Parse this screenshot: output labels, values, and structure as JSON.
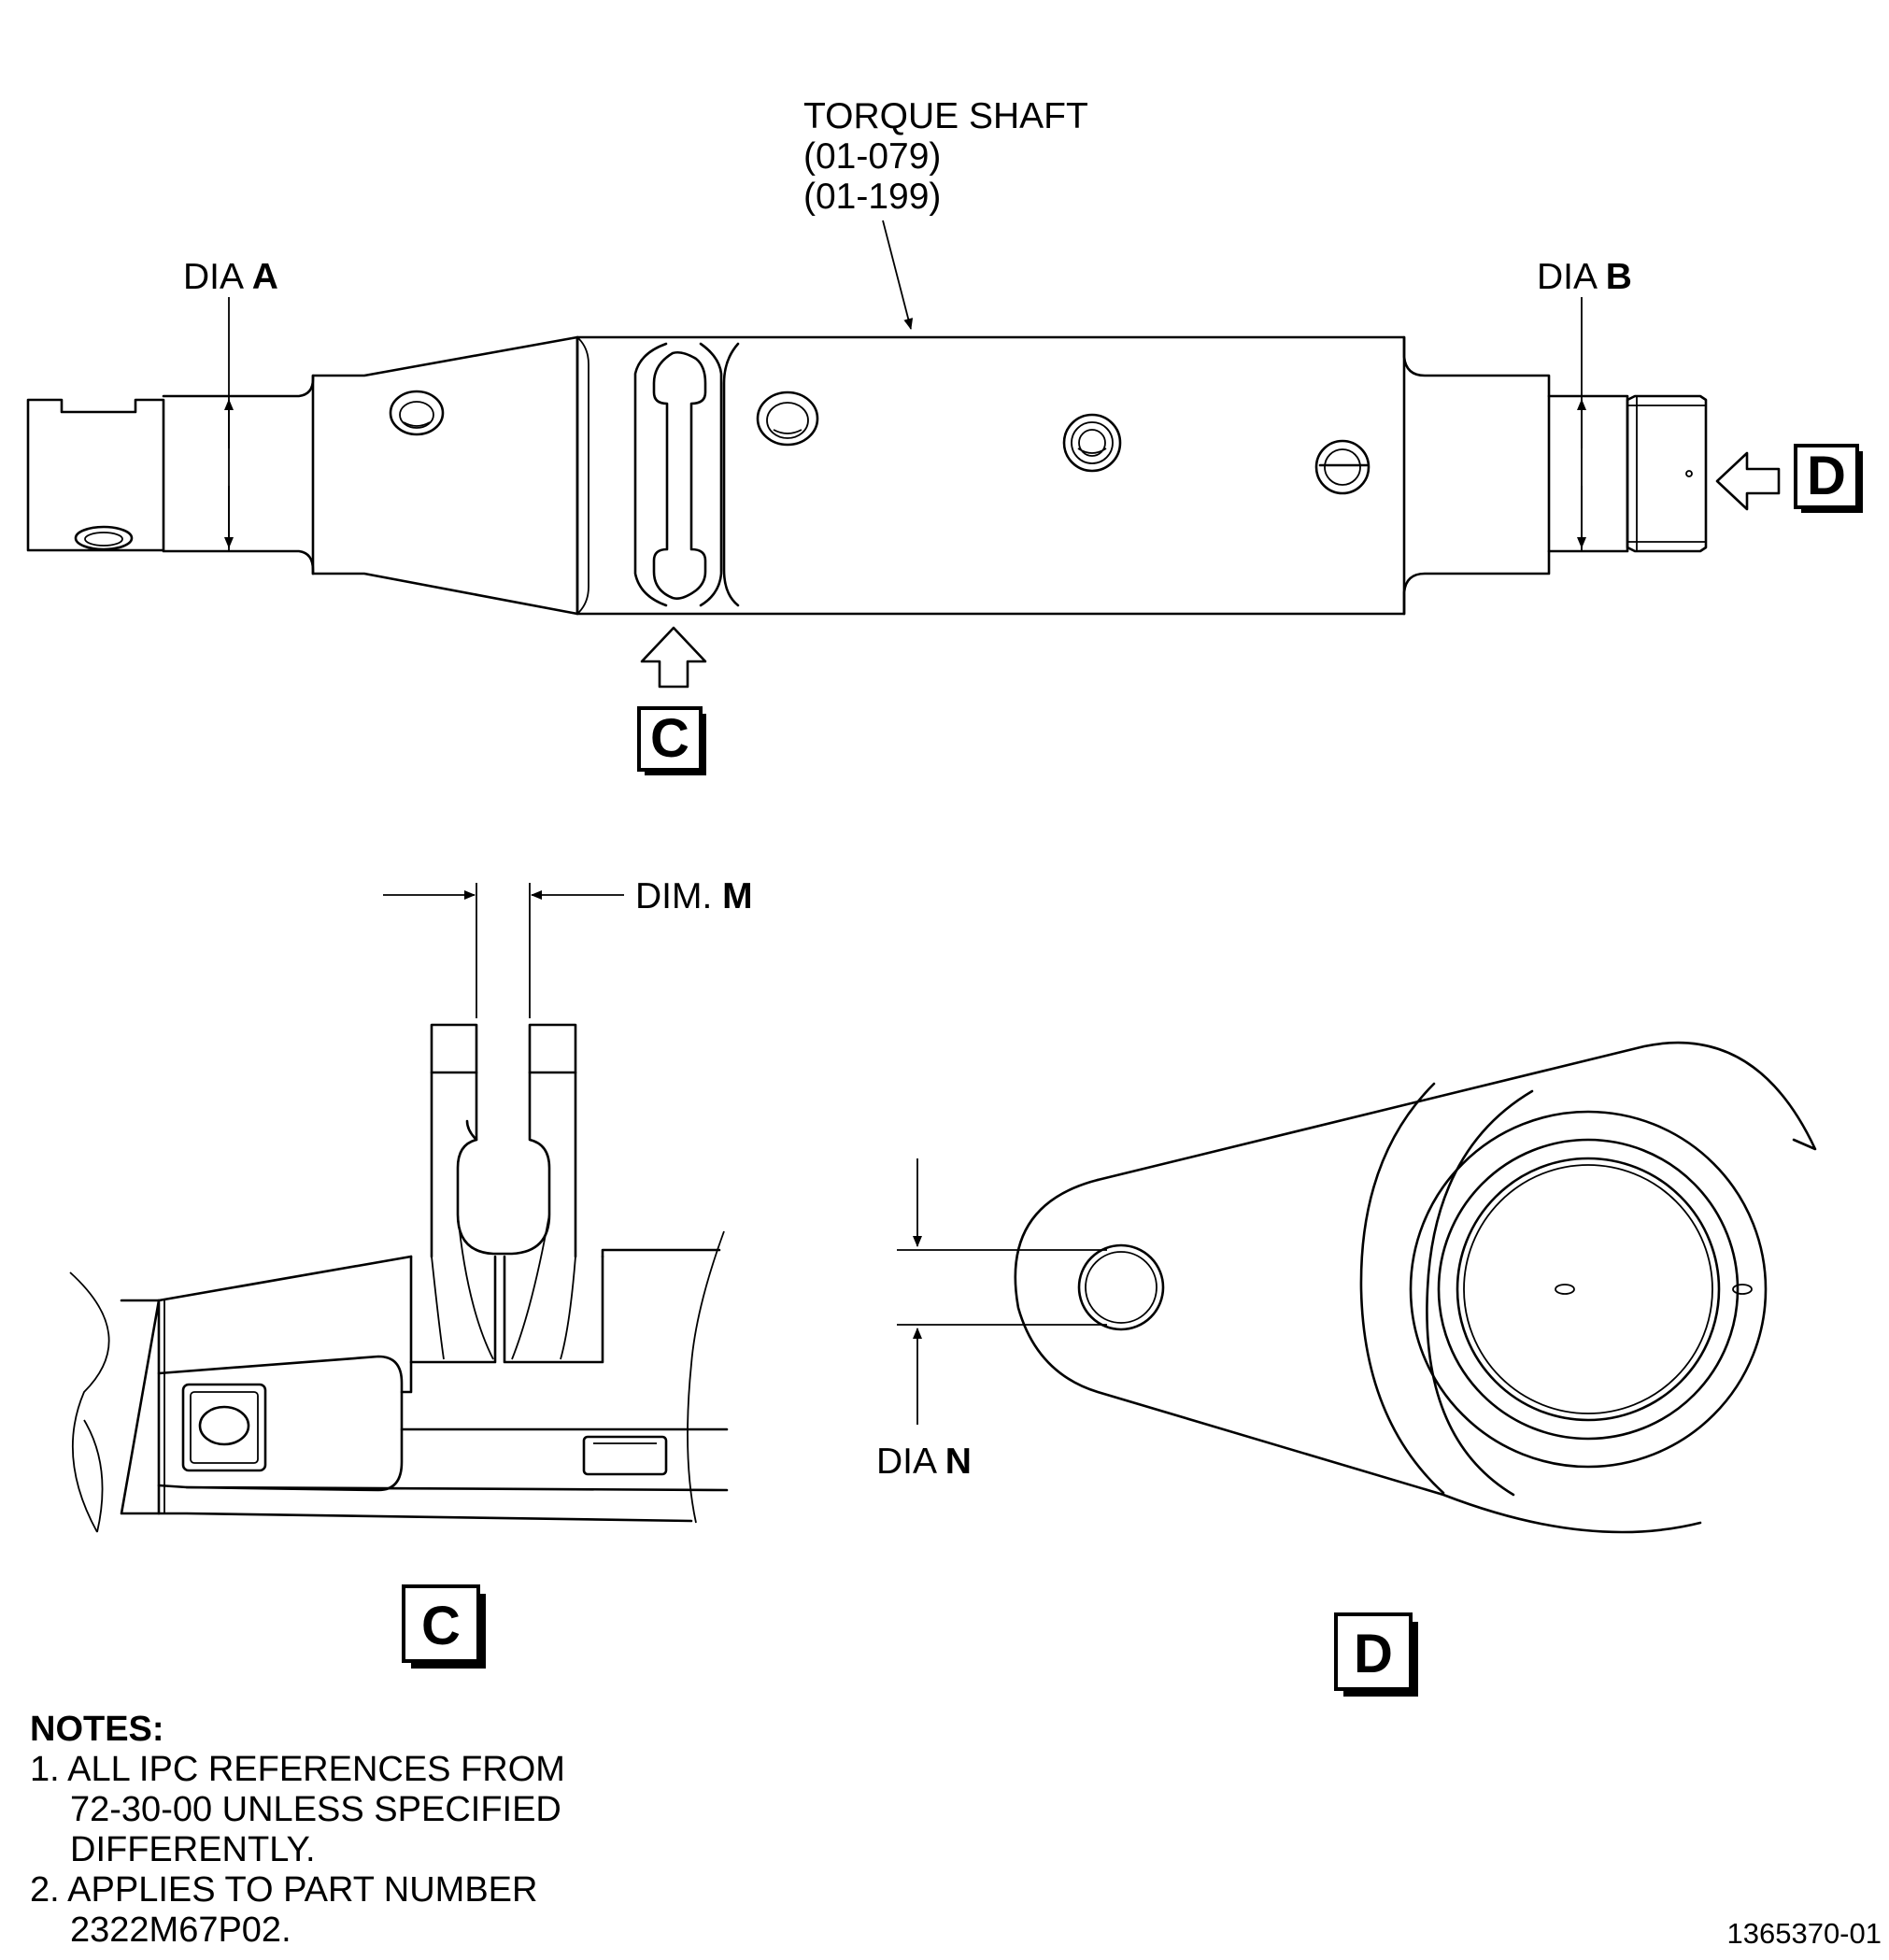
{
  "labels": {
    "part_name": "TORQUE SHAFT",
    "ref1": "(01-079)",
    "ref2": "(01-199)",
    "dia_a_prefix": "DIA",
    "dia_a_letter": "A",
    "dia_b_prefix": "DIA",
    "dia_b_letter": "B",
    "dim_m_prefix": "DIM.",
    "dim_m_letter": "M",
    "dia_n_prefix": "DIA",
    "dia_n_letter": "N"
  },
  "views": {
    "c": "C",
    "d": "D"
  },
  "notes": {
    "title": "NOTES:",
    "n1_l1": "1. ALL IPC REFERENCES FROM",
    "n1_l2": "72-30-00 UNLESS SPECIFIED",
    "n1_l3": "DIFFERENTLY.",
    "n2_l1": "2. APPLIES TO PART NUMBER",
    "n2_l2": "2322M67P02."
  },
  "drawing_number": "1365370-01"
}
